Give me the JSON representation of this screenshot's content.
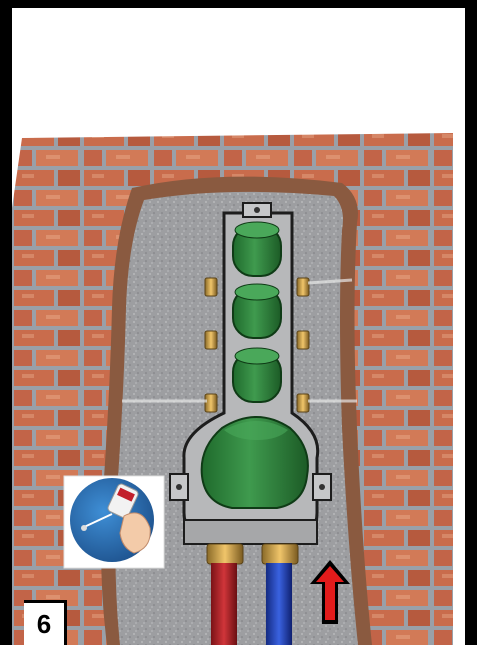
{
  "step": {
    "number": "6"
  },
  "illustration": {
    "wall": "brick-wall",
    "manifold_caps": 4,
    "pipes": [
      {
        "name": "hot-water-pipe",
        "color": "#c0272d"
      },
      {
        "name": "cold-water-pipe",
        "color": "#2b4fd1"
      }
    ],
    "arrow_color": "#e21b1b",
    "inset_icon": "sealant-tube-icon"
  }
}
